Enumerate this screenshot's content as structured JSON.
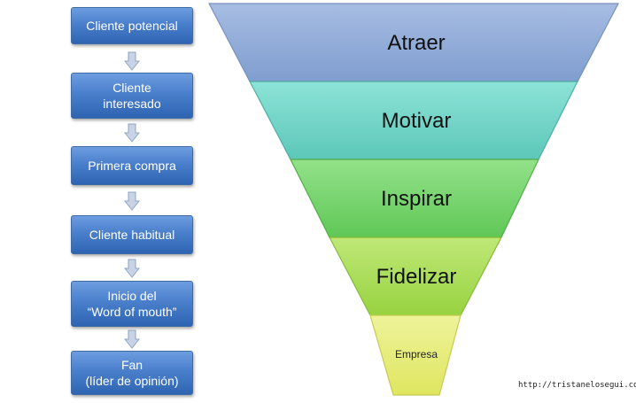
{
  "steps": [
    {
      "label": "Cliente potencial"
    },
    {
      "label": "Cliente\ninteresado"
    },
    {
      "label": "Primera compra"
    },
    {
      "label": "Cliente habitual"
    },
    {
      "label": "Inicio del\n“Word of mouth”"
    },
    {
      "label": "Fan\n(líder de opinión)"
    }
  ],
  "funnel": [
    {
      "label": "Atraer",
      "color": "#8fa8d6"
    },
    {
      "label": "Motivar",
      "color": "#6fd3c6"
    },
    {
      "label": "Inspirar",
      "color": "#77d46a"
    },
    {
      "label": "Fidelizar",
      "color": "#a9dc55"
    },
    {
      "label": "Empresa",
      "color": "#e9ee7c"
    }
  ],
  "credit": "http://tristanelosegui.com"
}
